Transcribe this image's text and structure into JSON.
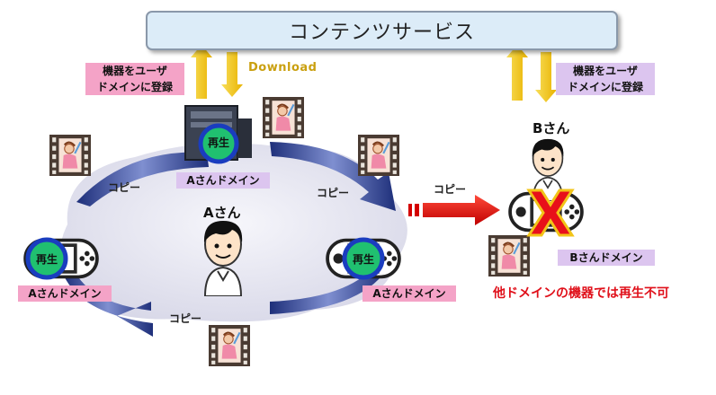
{
  "service": {
    "title": "コンテンツサービス"
  },
  "register_label": "機器をユーザ\nドメインに登録",
  "download_label": "Download",
  "copy_label": "コピー",
  "play_label": "再生",
  "user_a": {
    "name": "Aさん",
    "domain_label": "Aさんドメイン"
  },
  "user_b": {
    "name": "Bさん",
    "domain_label": "Bさんドメイン"
  },
  "note": "他ドメインの機器では再生不可",
  "colors": {
    "pink": "#f4a3c7",
    "lavender": "#dcc5ef",
    "red": "#e0101a",
    "arrow_yellow": "#f2c418",
    "cloud": "#e6e6f2",
    "swirl": "#2f3f8f"
  }
}
